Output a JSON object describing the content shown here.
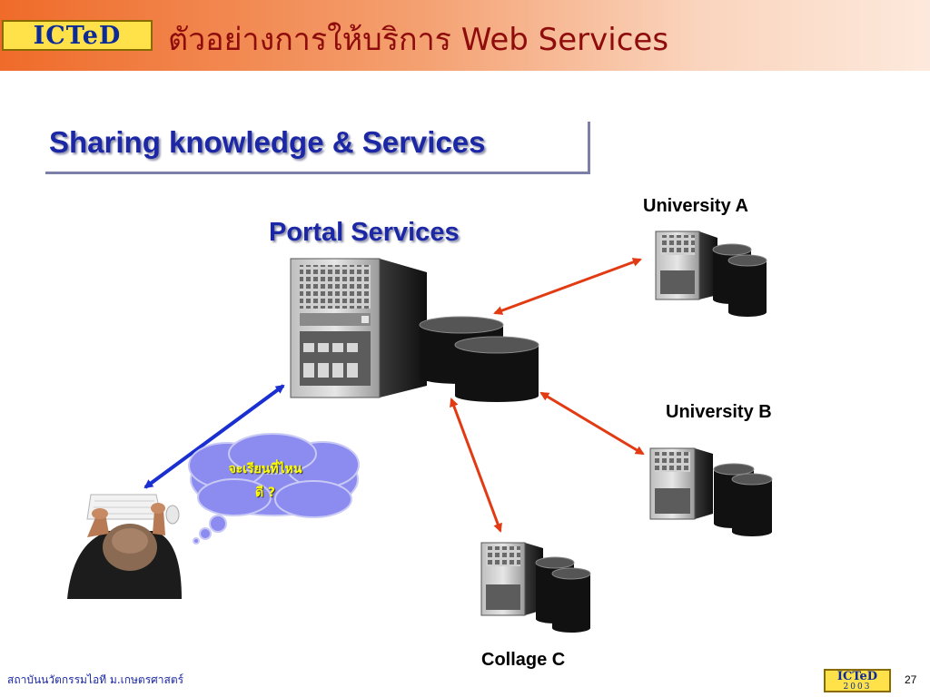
{
  "header": {
    "logo_text": "ICTeD",
    "title": "ตัวอย่างการให้บริการ Web Services",
    "background_colors": [
      "#ef6b2a",
      "#fde9dc"
    ],
    "title_color": "#8e0c0c"
  },
  "slide": {
    "subtitle": "Sharing knowledge & Services",
    "subtitle_color": "#1b27a5"
  },
  "diagram": {
    "portal_label": "Portal Services",
    "nodes": {
      "university_a": "University A",
      "university_b": "University B",
      "collage_c": "Collage C"
    },
    "user": {
      "icon": "user-at-computer-icon",
      "thought_line1": "จะเรียนที่ไหน",
      "thought_line2": "ดี ?"
    },
    "server_icon": "server-tower-icon",
    "database_icon": "database-cylinder-icon",
    "arrow_colors": {
      "user_link": "#1a2fd0",
      "institution_link": "#e23a12"
    }
  },
  "footer": {
    "institution": "สถาบันนวัตกรรมไอที ม.เกษตรศาสตร์",
    "logo_text": "ICTeD",
    "logo_year": "2003",
    "page_number": "27"
  }
}
